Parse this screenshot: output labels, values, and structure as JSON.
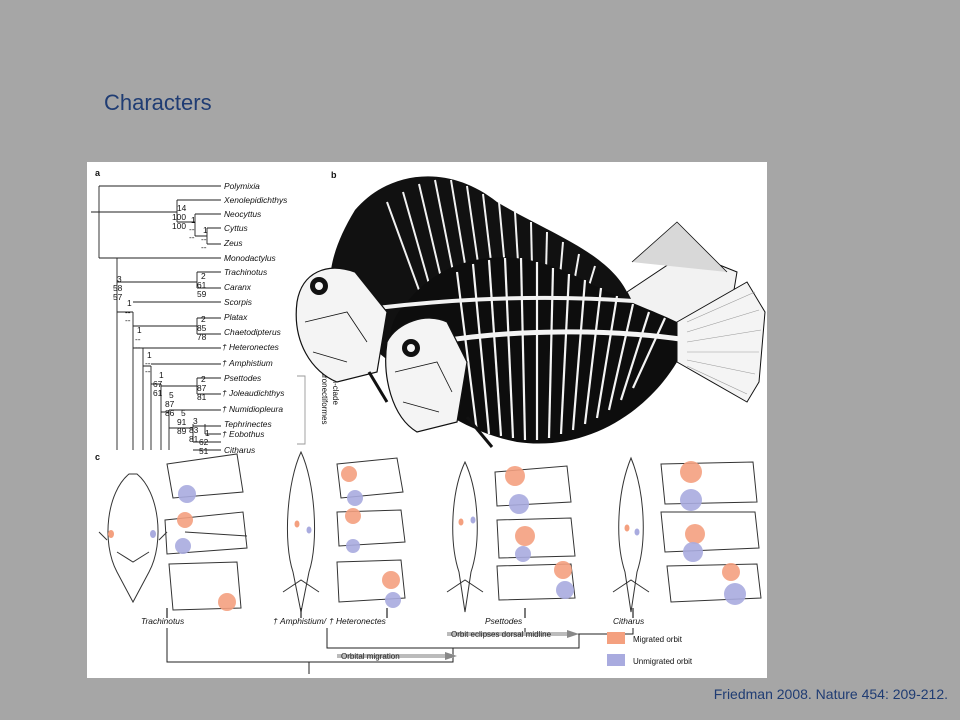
{
  "slide": {
    "title": "Characters",
    "citation": "Friedman 2008. Nature 454: 209-212."
  },
  "figure": {
    "panels": [
      "a",
      "b",
      "c"
    ],
    "taxa": [
      "Polymixia",
      "Xenolepidichthys",
      "Neocyttus",
      "Cyttus",
      "Zeus",
      "Monodactylus",
      "Trachinotus",
      "Caranx",
      "Scorpis",
      "Platax",
      "Chaetodipterus",
      "Heteronectes",
      "Amphistium",
      "Psettodes",
      "Joleaudichthys",
      "Numidiopleura",
      "Tephrinectes",
      "Eobothus",
      "Citharus"
    ],
    "fossil_marker": "†",
    "crown_clade_label_1": "Crown-clade",
    "crown_clade_label_2": "Pleuronectiformes",
    "support_values": [
      "14",
      "100",
      "100",
      "1",
      "--",
      "--",
      "1",
      "--",
      "--",
      "3",
      "58",
      "57",
      "2",
      "61",
      "59",
      "1",
      "--",
      "--",
      "2",
      "85",
      "78",
      "1",
      "--",
      "--",
      "1",
      "--",
      "--",
      "1",
      "67",
      "61",
      "2",
      "87",
      "81",
      "5",
      "87",
      "86",
      "5",
      "91",
      "89",
      "3",
      "83",
      "81",
      "1",
      "62",
      "51"
    ],
    "bottom_taxa": [
      "Trachinotus",
      "Amphistium/",
      "Heteronectes",
      "Psettodes",
      "Citharus"
    ],
    "bar_labels": {
      "eclipse": "Orbit eclipses dorsal midline",
      "migration": "Orbital migration"
    },
    "legend": [
      {
        "label": "Migrated orbit",
        "color": "#f4a07f"
      },
      {
        "label": "Unmigrated orbit",
        "color": "#a9abdf"
      }
    ]
  }
}
